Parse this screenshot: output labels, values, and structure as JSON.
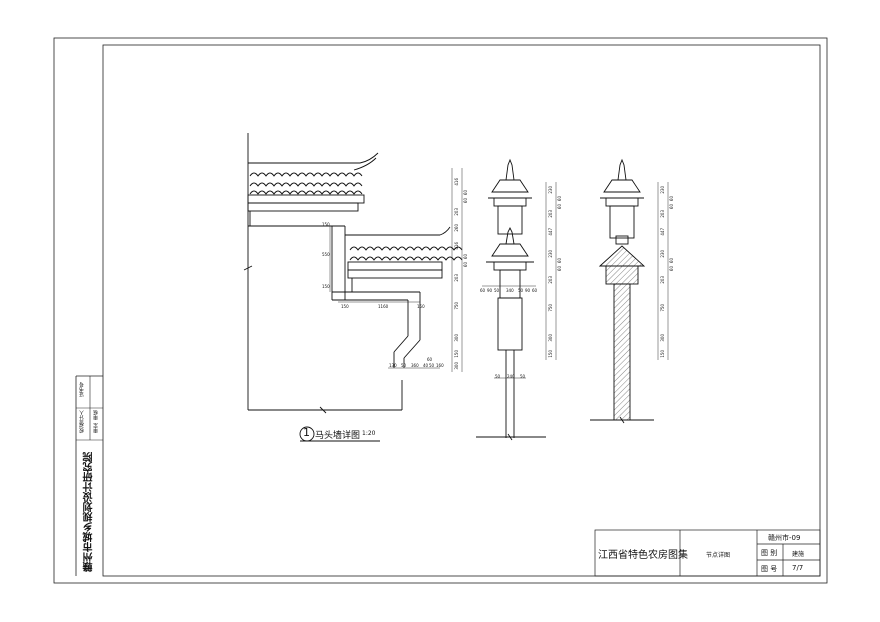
{
  "sidebar": {
    "institute": "赣州市城乡规划设计研究院",
    "designer_label": "设计人",
    "reviewer_label": "审核",
    "checker_label": "校对",
    "approver_label": "审定",
    "cert_label": "证书号"
  },
  "detail": {
    "number": "1",
    "title": "马头墙详图",
    "scale": "1:20"
  },
  "dims": {
    "left": {
      "d1": "150",
      "d2": "150",
      "d3": "550",
      "d4": "150",
      "d5": "1160",
      "d6": "150",
      "d7": "130",
      "d8": "50",
      "d9": "360",
      "d10": "40",
      "d11": "50",
      "d12": "160",
      "d13": "60"
    },
    "colA": [
      "416",
      "60",
      "60",
      "203",
      "260",
      "416",
      "60",
      "60",
      "203",
      "750",
      "300",
      "150",
      "300"
    ],
    "mid": {
      "b1": "60",
      "b2": "90",
      "b3": "50",
      "b4": "340",
      "b5": "50",
      "b6": "90",
      "b7": "60",
      "c1": "50",
      "c2": "240",
      "c3": "50"
    },
    "colB": [
      "230",
      "60",
      "60",
      "203",
      "447",
      "230",
      "60",
      "60",
      "203",
      "750",
      "300",
      "150"
    ],
    "colC": [
      "230",
      "60",
      "60",
      "203",
      "447",
      "230",
      "60",
      "60",
      "203",
      "750",
      "300",
      "150"
    ]
  },
  "title_block": {
    "project": "江西省特色农房图集",
    "sheet_name": "节点详图",
    "code": "赣州市-09",
    "category_label": "图 别",
    "category_value": "建施",
    "number_label": "图 号",
    "number_value": "7/7"
  }
}
